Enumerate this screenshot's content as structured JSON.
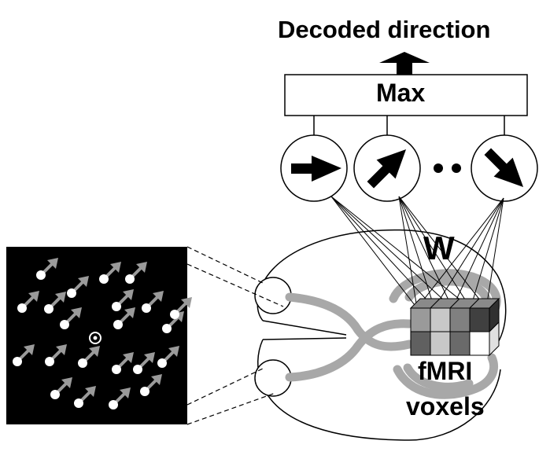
{
  "labels": {
    "output": "Decoded direction",
    "pooling": "Max",
    "weights": "W",
    "voxels_line1": "fMRI",
    "voxels_line2": "voxels",
    "ellipsis": "• •"
  },
  "direction_units": [
    {
      "icon": "arrow-right-icon",
      "direction": "right"
    },
    {
      "icon": "arrow-up-right-icon",
      "direction": "up-right"
    },
    {
      "icon": "arrow-down-right-icon",
      "direction": "down-right"
    }
  ],
  "colors": {
    "background": "#ffffff",
    "ink": "#000000",
    "pathway_gray": "#a8a8a8",
    "stimulus_bg": "#000000",
    "stimulus_arrow": "#9a9a9a",
    "dot": "#ffffff"
  },
  "voxel_grid": {
    "front_shades": [
      [
        "#9a9a9a",
        "#c8c8c8",
        "#808080",
        "#404040"
      ],
      [
        "#606060",
        "#c8c8c8",
        "#6a6a6a",
        "#ffffff"
      ]
    ]
  },
  "stimulus": {
    "description_none": "",
    "fixation": "fixation-point-icon"
  }
}
